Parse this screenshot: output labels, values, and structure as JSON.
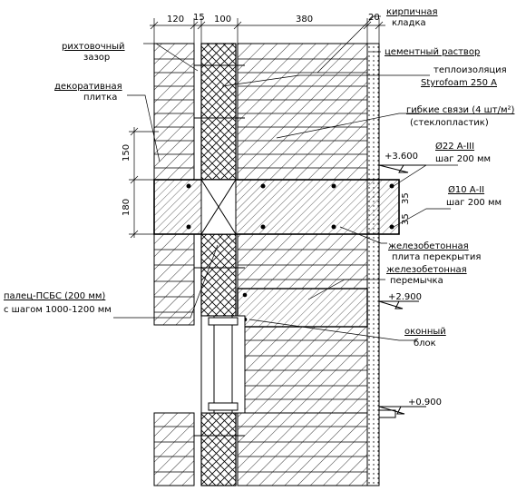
{
  "dimensions": {
    "top": [
      "120",
      "15",
      "100",
      "380",
      "20"
    ],
    "left": [
      "150",
      "180"
    ],
    "slab_right": [
      "35",
      "35"
    ]
  },
  "labels": {
    "brick_masonry": [
      "кирпичная",
      "кладка"
    ],
    "cement_mortar": "цементный раствор",
    "leveling_gap": [
      "рихтовочный",
      "зазор"
    ],
    "decorative_tile": [
      "декоративная",
      "плитка"
    ],
    "insulation": [
      "теплоизоляция",
      "Styrofoam 250 А"
    ],
    "flexible_ties": [
      "гибкие связи (4 шт/м²)",
      "(стеклопластик)"
    ],
    "rebar_22": [
      "Ø22 А-III",
      "шаг 200 мм"
    ],
    "rebar_10": [
      "Ø10 А-II",
      "шаг 200 мм"
    ],
    "slab": [
      "железобетонная",
      "плита перекрытия"
    ],
    "lintel": [
      "железобетонная",
      "перемычка"
    ],
    "pin": [
      "палец-ПСБС (200 мм)",
      "с шагом 1000-1200 мм"
    ],
    "window": [
      "оконный",
      "блок"
    ]
  },
  "levels": [
    "+3.600",
    "+2.900",
    "+0.900"
  ],
  "colors": {
    "ink": "#000000",
    "paper": "#ffffff"
  }
}
